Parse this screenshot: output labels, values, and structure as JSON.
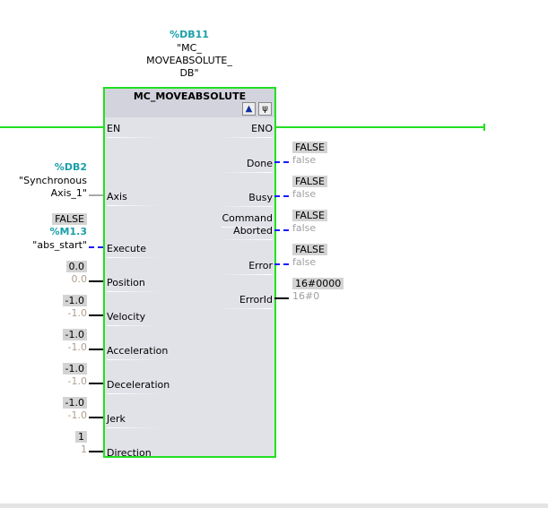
{
  "instance": {
    "address": "%DB11",
    "name_lines": [
      "\"MC_",
      "MOVEABSOLUTE_",
      "DB\""
    ]
  },
  "block": {
    "title": "MC_MOVEABSOLUTE",
    "icons": [
      "safety-icon",
      "diagnostics-icon"
    ]
  },
  "inputs": {
    "en": "EN",
    "axis": {
      "label": "Axis",
      "address": "%DB2",
      "tag_lines": [
        "\"Synchronous",
        "Axis_1\""
      ]
    },
    "execute": {
      "label": "Execute",
      "monitor": "FALSE",
      "address": "%M1.3",
      "tag": "\"abs_start\""
    },
    "position": {
      "label": "Position",
      "monitor": "0.0",
      "value": "0.0"
    },
    "velocity": {
      "label": "Velocity",
      "monitor": "-1.0",
      "value": "-1.0"
    },
    "acceleration": {
      "label": "Acceleration",
      "monitor": "-1.0",
      "value": "-1.0"
    },
    "deceleration": {
      "label": "Deceleration",
      "monitor": "-1.0",
      "value": "-1.0"
    },
    "jerk": {
      "label": "Jerk",
      "monitor": "-1.0",
      "value": "-1.0"
    },
    "direction": {
      "label": "Direction",
      "monitor": "1",
      "value": "1"
    }
  },
  "outputs": {
    "eno": "ENO",
    "done": {
      "label": "Done",
      "monitor": "FALSE",
      "value": "false"
    },
    "busy": {
      "label": "Busy",
      "monitor": "FALSE",
      "value": "false"
    },
    "command_aborted": {
      "label1": "Command",
      "label2": "Aborted",
      "monitor": "FALSE",
      "value": "false"
    },
    "error": {
      "label": "Error",
      "monitor": "FALSE",
      "value": "false"
    },
    "errorid": {
      "label": "ErrorId",
      "monitor": "16#0000",
      "value": "16#0"
    }
  },
  "colors": {
    "power_flow": "#22e022",
    "bool_line": "#1a1aff",
    "accent": "#1a9fa8"
  }
}
